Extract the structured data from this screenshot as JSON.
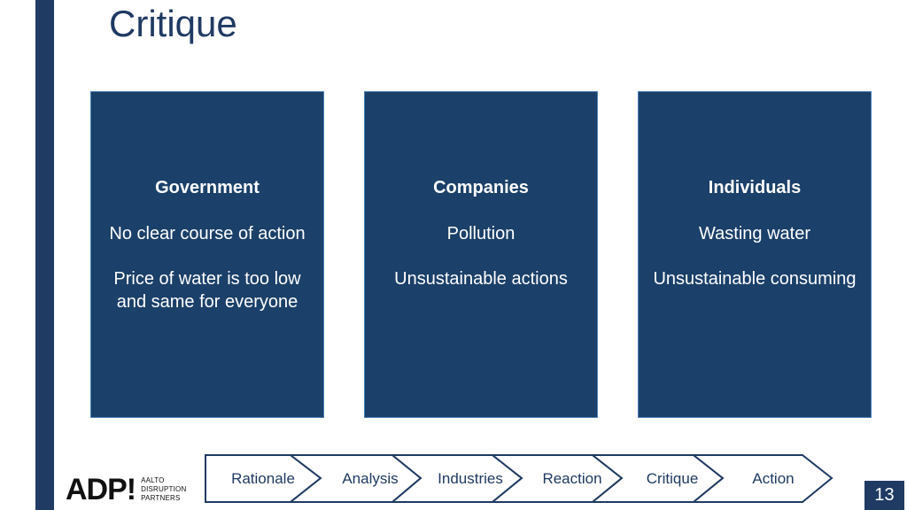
{
  "slide": {
    "title": "Critique",
    "page_number": "13"
  },
  "cards": [
    {
      "heading": "Government",
      "lines": [
        "No clear course of action",
        "Price of water is too low and same for everyone"
      ]
    },
    {
      "heading": "Companies",
      "lines": [
        "Pollution",
        "Unsustainable actions"
      ]
    },
    {
      "heading": "Individuals",
      "lines": [
        "Wasting water",
        "Unsustainable consuming"
      ]
    }
  ],
  "nav": {
    "items": [
      "Rationale",
      "Analysis",
      "Industries",
      "Reaction",
      "Critique",
      "Action"
    ]
  },
  "logo": {
    "mark": "ADP!",
    "line1": "AALTO",
    "line2": "DISRUPTION",
    "line3": "PARTNERS"
  },
  "colors": {
    "navy": "#1f3a63",
    "card": "#1b4069"
  }
}
